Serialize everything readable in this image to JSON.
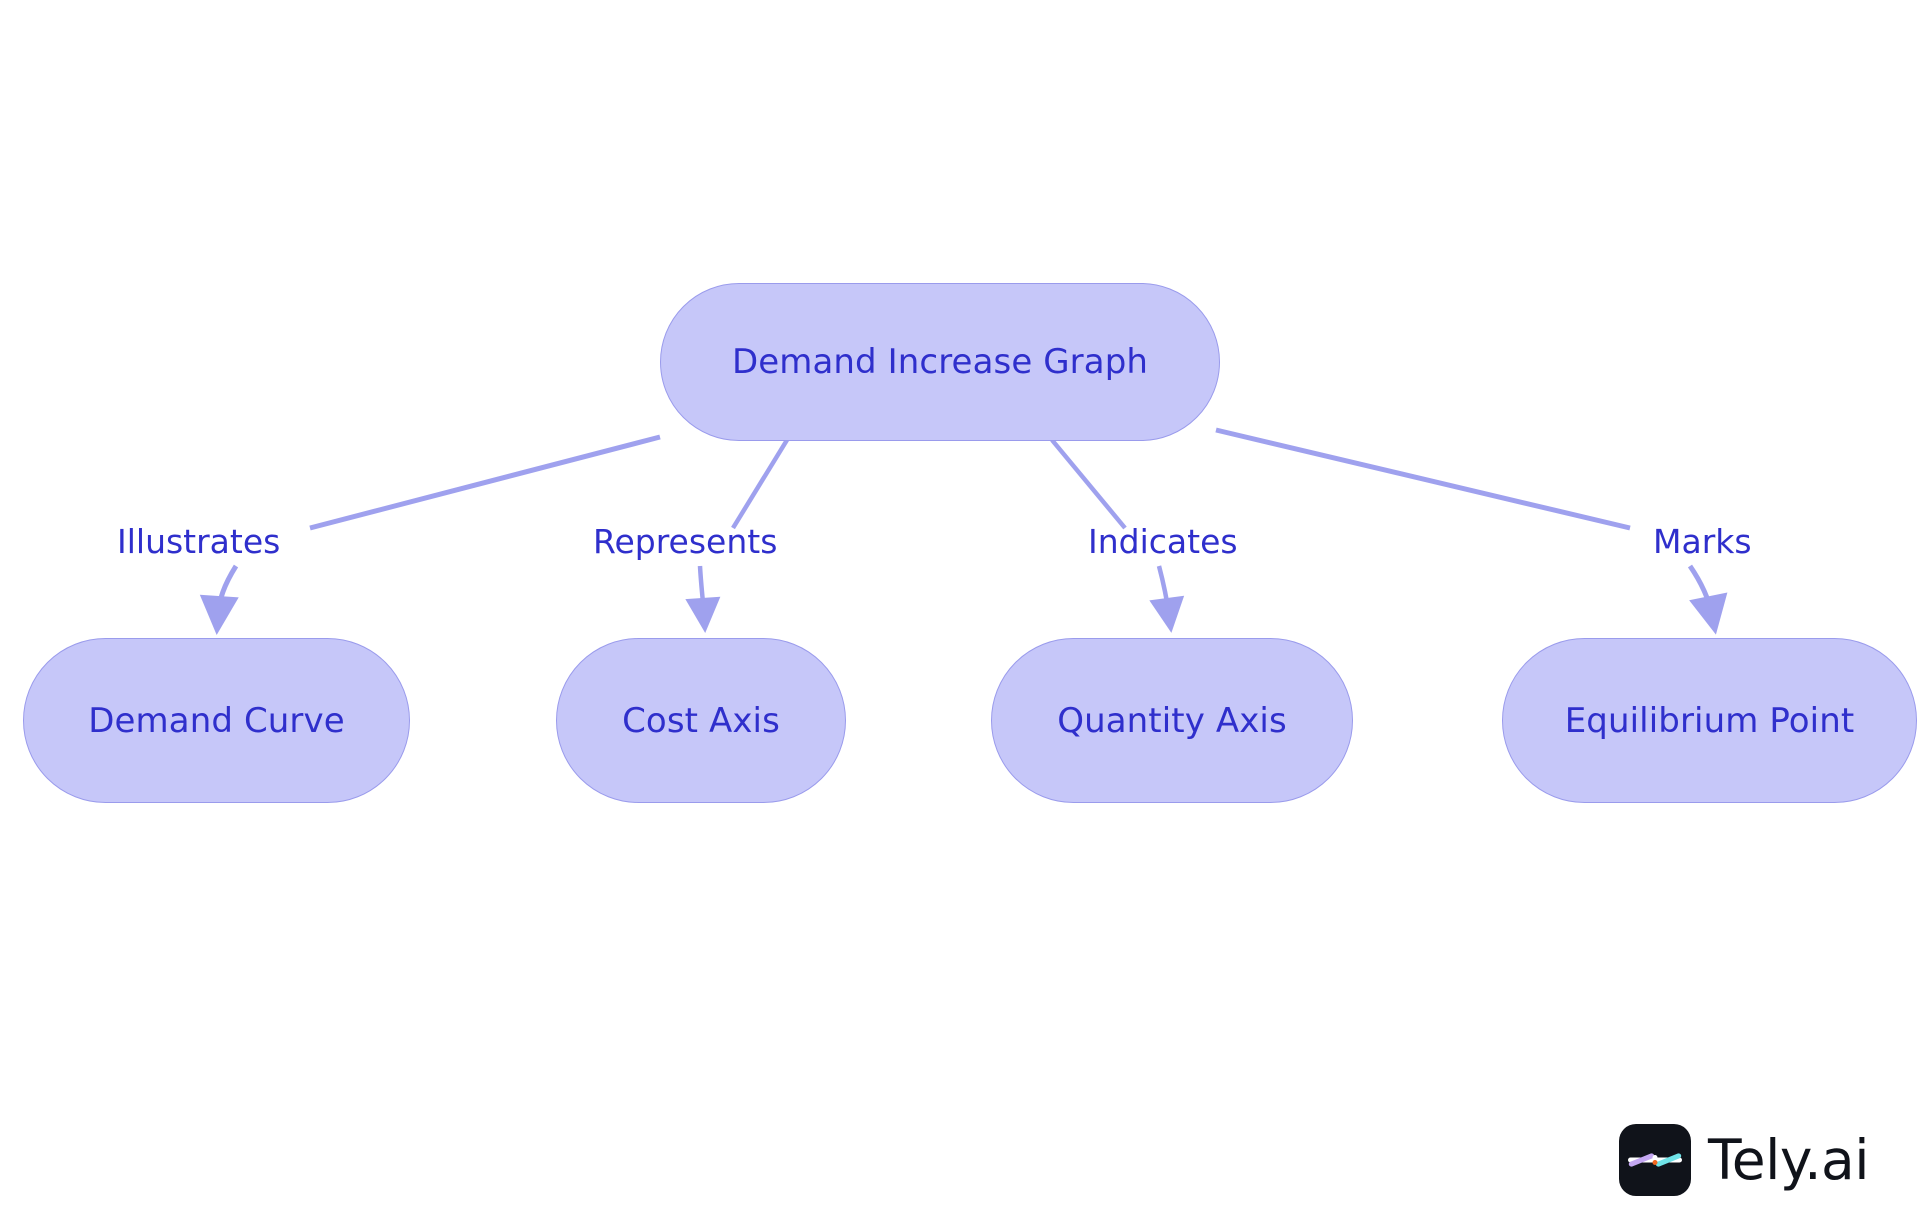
{
  "diagram": {
    "type": "flowchart",
    "direction": "top-down",
    "root": {
      "id": "demand-increase-graph",
      "label": "Demand Increase Graph"
    },
    "nodes": [
      {
        "id": "demand-increase-graph",
        "label": "Demand Increase Graph",
        "level": 0
      },
      {
        "id": "demand-curve",
        "label": "Demand Curve",
        "level": 1
      },
      {
        "id": "cost-axis",
        "label": "Cost Axis",
        "level": 1
      },
      {
        "id": "quantity-axis",
        "label": "Quantity Axis",
        "level": 1
      },
      {
        "id": "equilibrium-point",
        "label": "Equilibrium Point",
        "level": 1
      }
    ],
    "edges": [
      {
        "from": "demand-increase-graph",
        "to": "demand-curve",
        "label": "Illustrates"
      },
      {
        "from": "demand-increase-graph",
        "to": "cost-axis",
        "label": "Represents"
      },
      {
        "from": "demand-increase-graph",
        "to": "quantity-axis",
        "label": "Indicates"
      },
      {
        "from": "demand-increase-graph",
        "to": "equilibrium-point",
        "label": "Marks"
      }
    ],
    "colors": {
      "node_fill": "#c6c7f9",
      "node_border": "#9a9bec",
      "node_text": "#2f2fcc",
      "edge_line": "#9fa1ee",
      "edge_label_text": "#2f2fcc",
      "background": "#ffffff"
    }
  },
  "branding": {
    "logo_text": "Tely.ai",
    "logo_icon": "tely-asterisk-icon"
  }
}
